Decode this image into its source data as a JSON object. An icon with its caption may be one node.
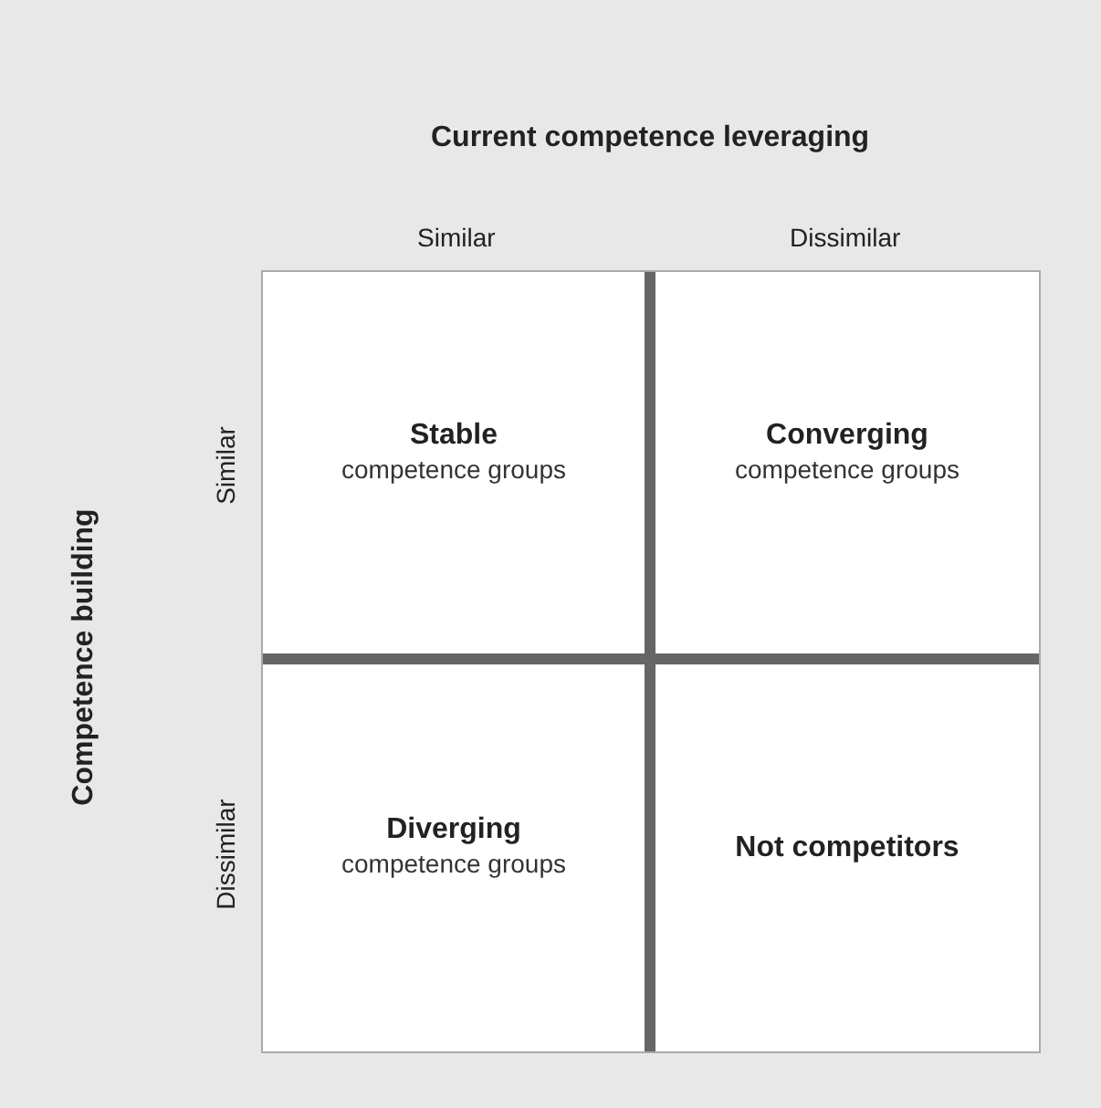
{
  "diagram": {
    "nodes": [
      {
        "text": [
          "Stable",
          "competence groups"
        ]
      },
      {
        "text": [
          "Converging",
          "competence groups"
        ]
      },
      {
        "text": [
          "Diverging",
          "competence groups"
        ]
      },
      {
        "text": [
          "Not competitors"
        ]
      }
    ],
    "labels": [
      "Current competence leveraging",
      "Similar",
      "Dissimilar",
      "Competence building",
      "Similar",
      "Dissimilar"
    ]
  }
}
